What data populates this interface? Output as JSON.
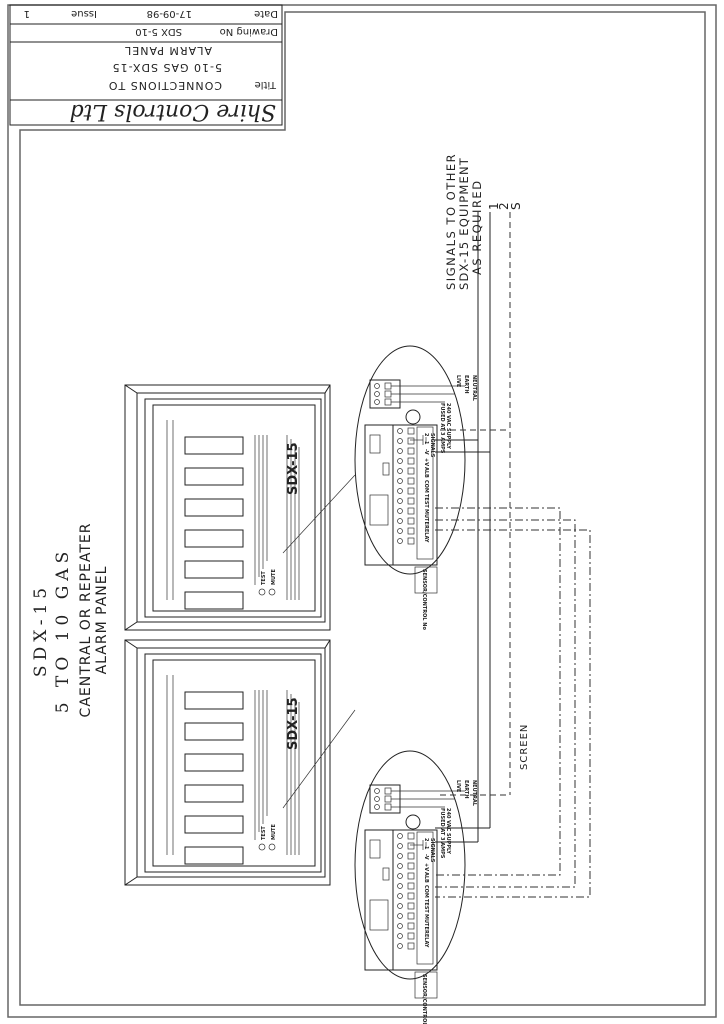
{
  "title_block": {
    "company": "Shire Controls Ltd",
    "title_label": "Title",
    "title_lines": [
      "CONNECTIONS TO",
      "5-10 GAS SDX-15",
      "ALARM PANEL"
    ],
    "drawing_no_label": "Drawing No",
    "drawing_no": "SDX 5-10",
    "date_label": "Date",
    "date": "17-09-98",
    "issue_label": "Issue",
    "issue": "1"
  },
  "heading": {
    "model": "SDX-15",
    "range": "5 TO 10 GAS",
    "subtitle_1": "CAENTRAL OR REPEATER",
    "subtitle_2": "ALARM PANEL"
  },
  "panel": {
    "model_label": "SDX-15",
    "indicator_1": "TEST",
    "indicator_2": "MUTE"
  },
  "detail": {
    "supply_1": "240 VAC SUPPLY",
    "supply_2": "FUSED AT 3 AMPS",
    "neutral": "NEUTRAL",
    "earth": "EARTH",
    "live": "LIVE",
    "signals": "SIGNALS",
    "sig_1": "1",
    "sig_2": "2",
    "minus_v": "-V",
    "plus_v": "+V",
    "alb": "ALB",
    "com": "COM",
    "test": "TEST",
    "mute": "MUTE",
    "relay": "RELAY",
    "sensor": "SENSOR/CONTROL No"
  },
  "signals_note": {
    "line_1": "SIGNALS TO OTHER",
    "line_2": "SDX-15 EQUIPMENT",
    "line_3": "AS REQUIRED",
    "wire_1": "1",
    "wire_2": "2",
    "wire_s": "S"
  },
  "screen_label": "SCREEN"
}
